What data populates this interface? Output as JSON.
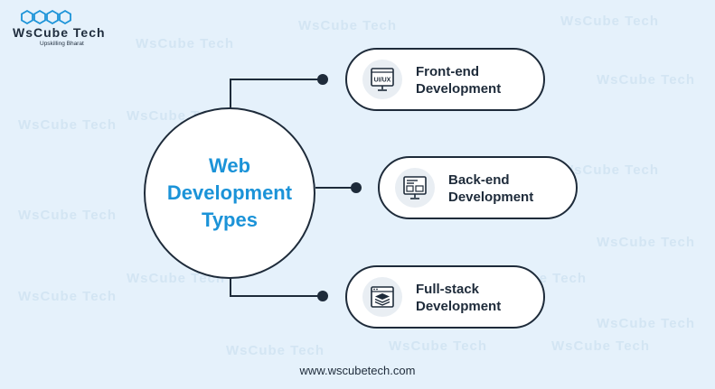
{
  "brand": {
    "name": "WsCube Tech",
    "tagline": "Upskilling Bharat",
    "logo_icon": "hexagon-cluster-icon"
  },
  "colors": {
    "background": "#e5f1fb",
    "accent": "#1b93d8",
    "outline": "#1e2b3a",
    "watermark": "#d3e5f3"
  },
  "diagram": {
    "center": {
      "title_lines": [
        "Web",
        "Development",
        "Types"
      ]
    },
    "branches": [
      {
        "label_lines": [
          "Front-end",
          "Development"
        ],
        "icon": "ui-ux-monitor-icon"
      },
      {
        "label_lines": [
          "Back-end",
          "Development"
        ],
        "icon": "server-code-monitor-icon"
      },
      {
        "label_lines": [
          "Full-stack",
          "Development"
        ],
        "icon": "layered-stack-browser-icon"
      }
    ]
  },
  "watermark_text": "WsCube Tech",
  "footer": {
    "url": "www.wscubetech.com"
  }
}
